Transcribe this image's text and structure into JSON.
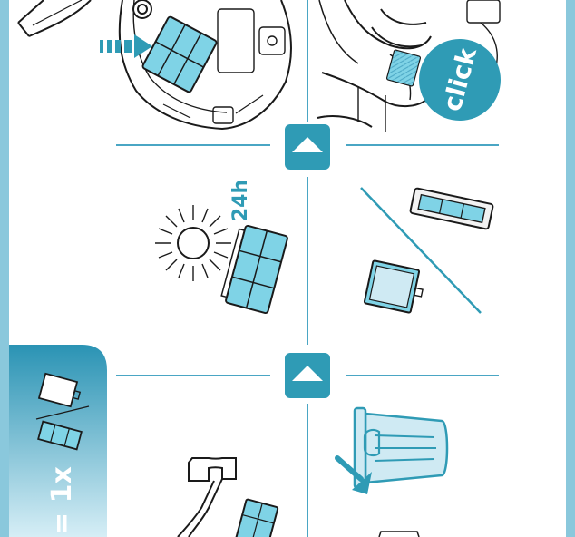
{
  "labels": {
    "click": "click",
    "hours": "24h",
    "frequency": "= 1x"
  },
  "icons": {
    "step_up_arrow_1": "arrow-up-icon",
    "step_up_arrow_2": "arrow-up-icon"
  },
  "colors": {
    "accent": "#2f9bb5",
    "frame": "#4aa6c4",
    "filter": "#7fd3e6",
    "panel_gradient_start": "#2a93b4",
    "panel_gradient_end": "#d6eef6",
    "ink": "#1a1a1a"
  }
}
